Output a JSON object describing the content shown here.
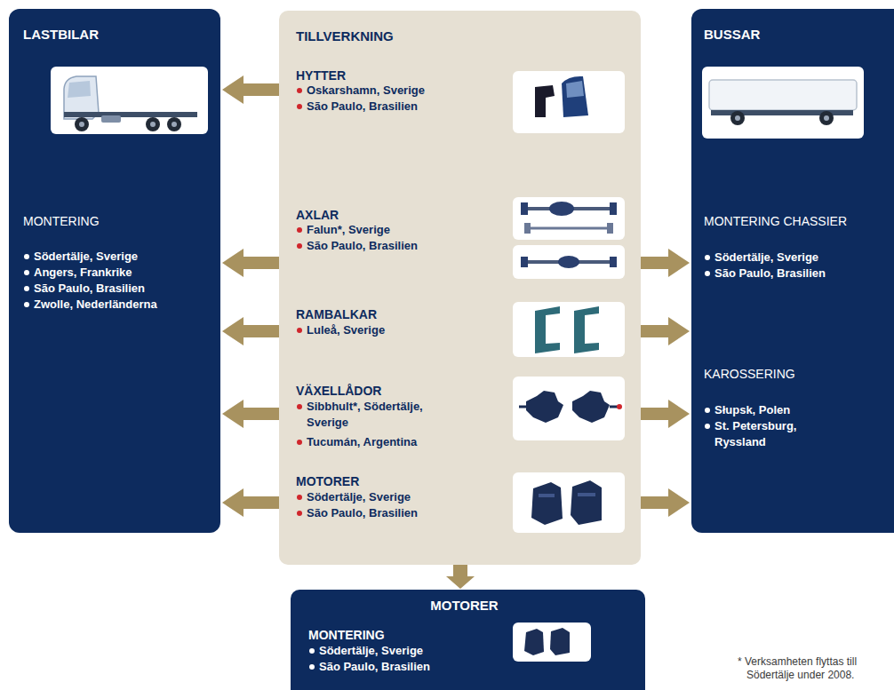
{
  "diagram": {
    "nodes": [
      {
        "text": [
          "LASTBILAR",
          "MONTERING",
          "Södertälje, Sverige",
          "Angers, Frankrike",
          "São Paulo, Brasilien",
          "Zwolle, Nederländerna"
        ]
      },
      {
        "text": [
          "TILLVERKNING",
          "HYTTER",
          "Oskarshamn, Sverige",
          "São Paulo, Brasilien",
          "AXLAR",
          "Falun*, Sverige",
          "São Paulo, Brasilien",
          "RAMBALKAR",
          "Luleå, Sverige",
          "VÄXELLÅDOR",
          "Sibbhult*, Södertälje, Sverige",
          "Tucumán, Argentina",
          "MOTORER",
          "Södertälje, Sverige",
          "São Paulo, Brasilien"
        ]
      },
      {
        "text": [
          "BUSSAR",
          "MONTERING CHASSIER",
          "Södertälje, Sverige",
          "São Paulo, Brasilien",
          "KAROSSERING",
          "Słupsk, Polen",
          "St. Petersburg, Ryssland"
        ]
      },
      {
        "text": [
          "MOTORER",
          "MONTERING",
          "Södertälje, Sverige",
          "São Paulo, Brasilien"
        ]
      }
    ],
    "edges": [
      {
        "from": 1,
        "to": 0,
        "arrow": "to"
      },
      {
        "from": 1,
        "to": 0,
        "arrow": "to"
      },
      {
        "from": 1,
        "to": 0,
        "arrow": "to"
      },
      {
        "from": 1,
        "to": 0,
        "arrow": "to"
      },
      {
        "from": 1,
        "to": 0,
        "arrow": "to"
      },
      {
        "from": 1,
        "to": 2,
        "arrow": "to"
      },
      {
        "from": 1,
        "to": 2,
        "arrow": "to"
      },
      {
        "from": 1,
        "to": 2,
        "arrow": "to"
      },
      {
        "from": 1,
        "to": 2,
        "arrow": "to"
      },
      {
        "from": 1,
        "to": 3,
        "arrow": "to"
      }
    ],
    "labels": [
      "* Verksamheten flyttas till Södertälje under 2008."
    ]
  }
}
